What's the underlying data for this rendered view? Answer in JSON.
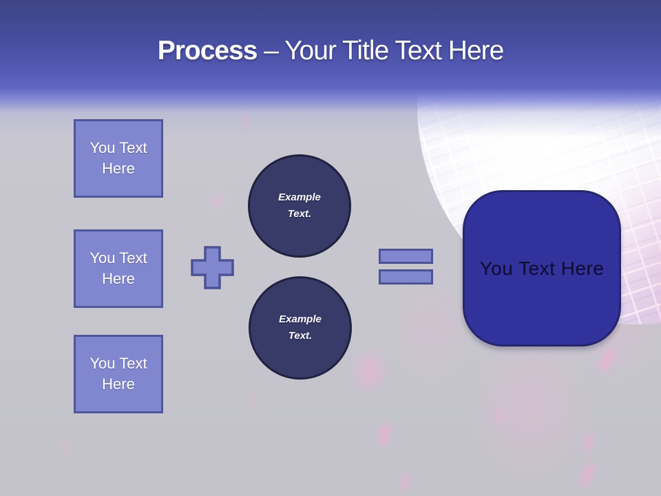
{
  "title": {
    "emphasis": "Process",
    "rest": " – Your Title Text Here"
  },
  "input_boxes": [
    {
      "label": "You Text Here"
    },
    {
      "label": "You Text Here"
    },
    {
      "label": "You Text Here"
    }
  ],
  "operators": {
    "plus": "plus-sign",
    "equals": "equals-sign"
  },
  "example_circles": [
    {
      "label": "Example Text."
    },
    {
      "label": "Example Text."
    }
  ],
  "result_box": {
    "label": "You Text Here"
  },
  "colors": {
    "header_top": "#3e4484",
    "header_bottom": "#6167c5",
    "shape_fill": "#8187ce",
    "shape_border": "#4f5699",
    "circle_fill": "#383a68",
    "circle_border": "#20213f",
    "result_fill": "#32329c",
    "result_border": "#26266b",
    "body_background": "#c7c6ce",
    "accent_pink": "#f6aed4",
    "title_text": "#ffffff"
  }
}
